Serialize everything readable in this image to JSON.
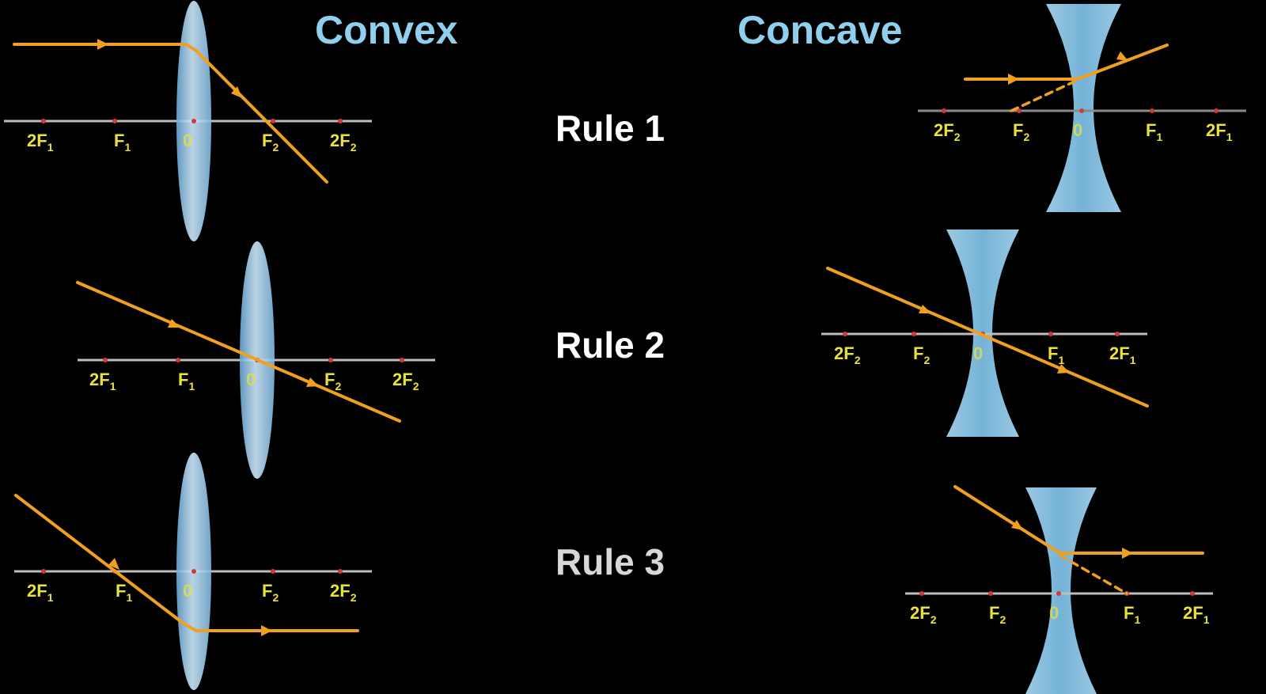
{
  "titles": {
    "convex": "Convex",
    "concave": "Concave"
  },
  "rules": {
    "r1": "Rule 1",
    "r2": "Rule 2",
    "r3": "Rule 3"
  },
  "point_labels": {
    "two_f": "2F",
    "f": "F",
    "origin": "0",
    "sub1": "1",
    "sub2": "2"
  },
  "colors": {
    "background": "#000000",
    "title": "#8fd0ef",
    "ray": "#f0a020",
    "label": "#e8e23a",
    "lens": "#9fd4f2",
    "axis": "#bdbdbd"
  }
}
